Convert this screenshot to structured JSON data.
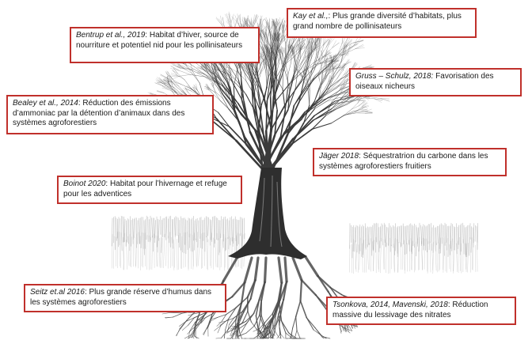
{
  "colors": {
    "border": "#c0302b",
    "text": "#1a1a1a",
    "branch": "#3a3a3a",
    "trunk": "#2b2b2b",
    "grass": "#8a8a8a",
    "root": "#4a4a4a"
  },
  "illustration": {
    "icon": "pollard-willow-tree-drawing"
  },
  "callouts": [
    {
      "cite": "Bentrup et al., 2019",
      "sep": ": ",
      "text": "Habitat d’hiver, source de nourriture et potentiel nid pour les pollinisateurs"
    },
    {
      "cite": "Kay et al.,",
      "sep": ": ",
      "text": "Plus grande diversité d’habitats, plus grand nombre de pollinisateurs"
    },
    {
      "cite": "Gruss – Schulz, 2018:",
      "sep": " ",
      "text": "Favorisation des oiseaux nicheurs"
    },
    {
      "cite": "Bealey et al., 2014",
      "sep": ": ",
      "text": "Réduction des émissions d’ammoniac par la détention d’animaux dans des systèmes agroforestiers"
    },
    {
      "cite": "Jäger 2018",
      "sep": ": ",
      "text": "Séquestratrion du carbone dans les systèmes agroforestiers fruitiers"
    },
    {
      "cite": "Boinot 2020",
      "sep": ": ",
      "text": "Habitat pour l’hivernage et refuge pour les adventices"
    },
    {
      "cite": "Seitz et.al 2016",
      "sep": ": ",
      "text": "Plus grande réserve d’humus dans les systèmes agroforestiers"
    },
    {
      "cite": "Tsonkova, 2014, Mavenski, 2018",
      "sep": ": ",
      "text": "Réduction massive du lessivage des nitrates"
    }
  ]
}
